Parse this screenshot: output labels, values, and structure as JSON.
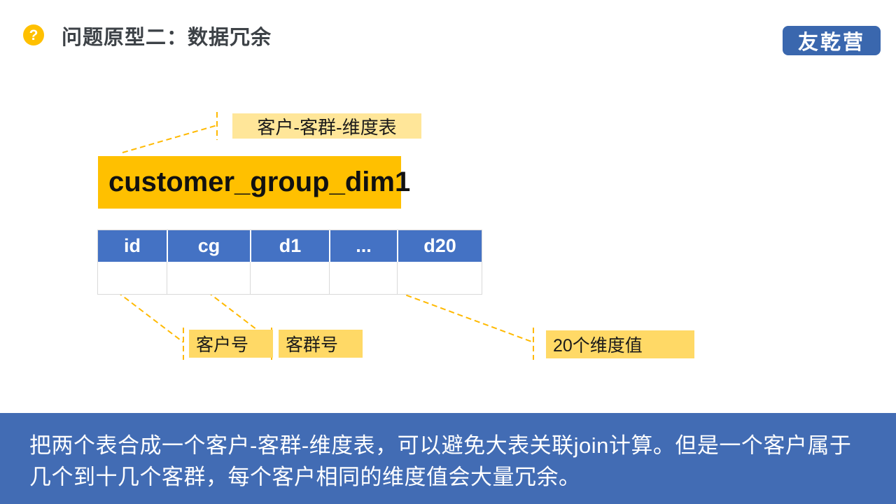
{
  "header": {
    "help_icon": "?",
    "title": "问题原型二：数据冗余",
    "logo_text": "友乾营"
  },
  "diagram": {
    "table_callout": "客户-客群-维度表",
    "table_name": "customer_group_dim1",
    "columns": [
      "id",
      "cg",
      "d1",
      "...",
      "d20"
    ],
    "annotations": {
      "customer_id": "客户号",
      "group_id": "客群号",
      "dims": "20个维度值"
    }
  },
  "footer": {
    "note": "把两个表合成一个客户-客群-维度表，可以避免大表关联join计算。但是一个客户属于几个到十几个客群，每个客户相同的维度值会大量冗余。"
  },
  "colors": {
    "gold": "#FFC000",
    "light_gold": "#FFD966",
    "pale_gold": "#FFE699",
    "table_header_blue": "#4472C4",
    "banner_blue": "#426CB4",
    "logo_blue": "#3A67AE",
    "connector_amber": "#FFB900",
    "title_gray": "#3D4247"
  }
}
